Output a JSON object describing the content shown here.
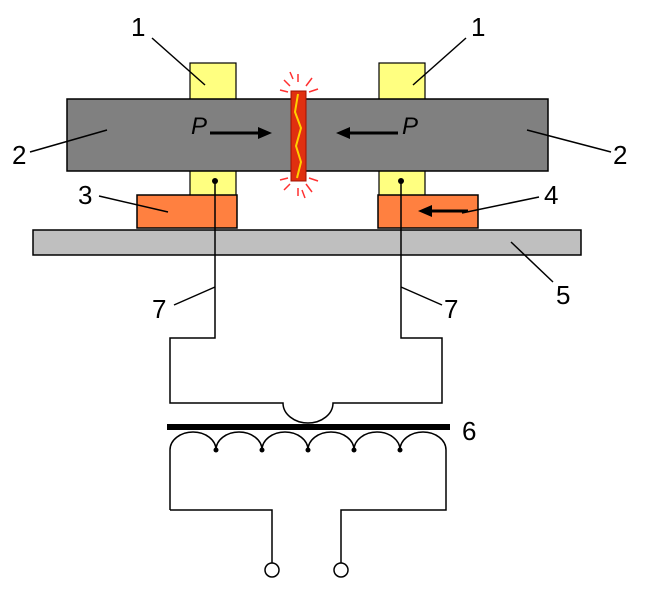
{
  "colors": {
    "workpiece": "#808080",
    "electrode": "#ffff80",
    "fixed_clamp": "#ff8040",
    "movable_clamp": "#ff8040",
    "base": "#bfbfbf",
    "spark": "#e03010",
    "outline": "#000000"
  },
  "labels": {
    "electrode_left": "1",
    "electrode_right": "1",
    "workpiece_left": "2",
    "workpiece_right": "2",
    "fixed_clamp": "3",
    "movable_clamp": "4",
    "base": "5",
    "transformer": "6",
    "lead_left": "7",
    "lead_right": "7"
  },
  "force": {
    "left": "P",
    "right": "P"
  }
}
